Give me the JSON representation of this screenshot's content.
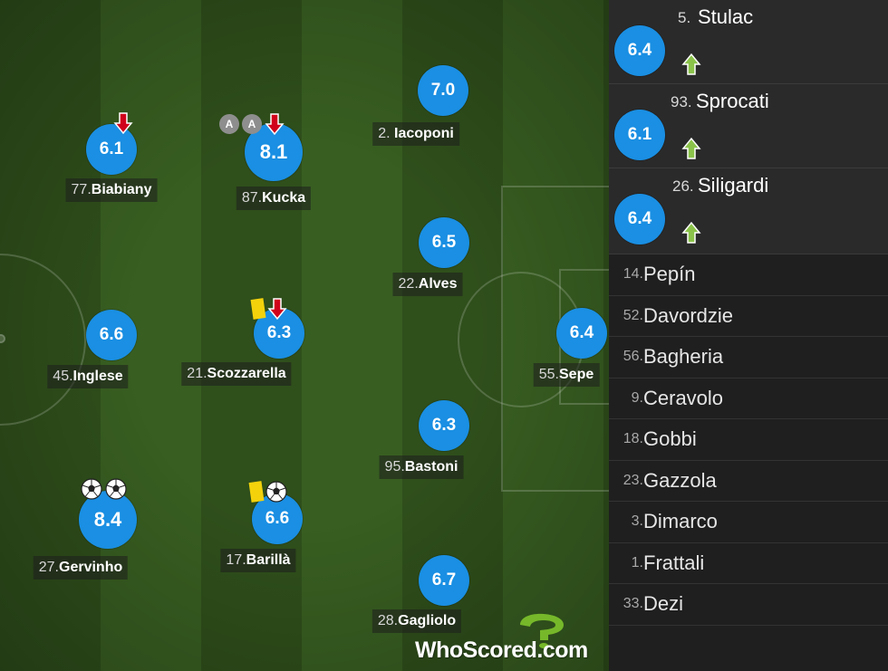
{
  "players": [
    {
      "id": "biabiany",
      "num": "77.",
      "name": "Biabiany",
      "rating": "6.1"
    },
    {
      "id": "kucka",
      "num": "87.",
      "name": "Kucka",
      "rating": "8.1"
    },
    {
      "id": "iacoponi",
      "num": "2.",
      "name": "Iacoponi",
      "rating": "7.0"
    },
    {
      "id": "alves",
      "num": "22.",
      "name": "Alves",
      "rating": "6.5"
    },
    {
      "id": "inglese",
      "num": "45.",
      "name": "Inglese",
      "rating": "6.6"
    },
    {
      "id": "scozzarella",
      "num": "21.",
      "name": "Scozzarella",
      "rating": "6.3"
    },
    {
      "id": "sepe",
      "num": "55.",
      "name": "Sepe",
      "rating": "6.4"
    },
    {
      "id": "bastoni",
      "num": "95.",
      "name": "Bastoni",
      "rating": "6.3"
    },
    {
      "id": "gervinho",
      "num": "27.",
      "name": "Gervinho",
      "rating": "8.4"
    },
    {
      "id": "barilla",
      "num": "17.",
      "name": "Barillà",
      "rating": "6.6"
    },
    {
      "id": "gagliolo",
      "num": "28.",
      "name": "Gagliolo",
      "rating": "6.7"
    }
  ],
  "substitutes_in": [
    {
      "num": "5.",
      "name": "Stulac",
      "rating": "6.4",
      "icon": "sub-in-arrow-icon"
    },
    {
      "num": "93.",
      "name": "Sprocati",
      "rating": "6.1",
      "icon": "sub-in-arrow-icon"
    },
    {
      "num": "26.",
      "name": "Siligardi",
      "rating": "6.4",
      "icon": "sub-in-arrow-icon"
    }
  ],
  "bench": [
    {
      "num": "14.",
      "name": "Pepín"
    },
    {
      "num": "52.",
      "name": "Davordzie"
    },
    {
      "num": "56.",
      "name": "Bagheria"
    },
    {
      "num": "9.",
      "name": "Ceravolo"
    },
    {
      "num": "18.",
      "name": "Gobbi"
    },
    {
      "num": "23.",
      "name": "Gazzola"
    },
    {
      "num": "3.",
      "name": "Dimarco"
    },
    {
      "num": "1.",
      "name": "Frattali"
    },
    {
      "num": "33.",
      "name": "Dezi"
    }
  ],
  "icon_labels": {
    "assist": "A"
  },
  "logo": {
    "text": "WhoScored.com"
  },
  "colors": {
    "rating_badge": "#1a8fe3",
    "sub_out_arrow": "#d0021b",
    "sub_in_arrow": "#8bc34a",
    "yellow_card": "#f3d20c",
    "pitch_dark": "#2f4f1b",
    "pitch_light": "#385e21",
    "logo_green": "#76b82a"
  }
}
